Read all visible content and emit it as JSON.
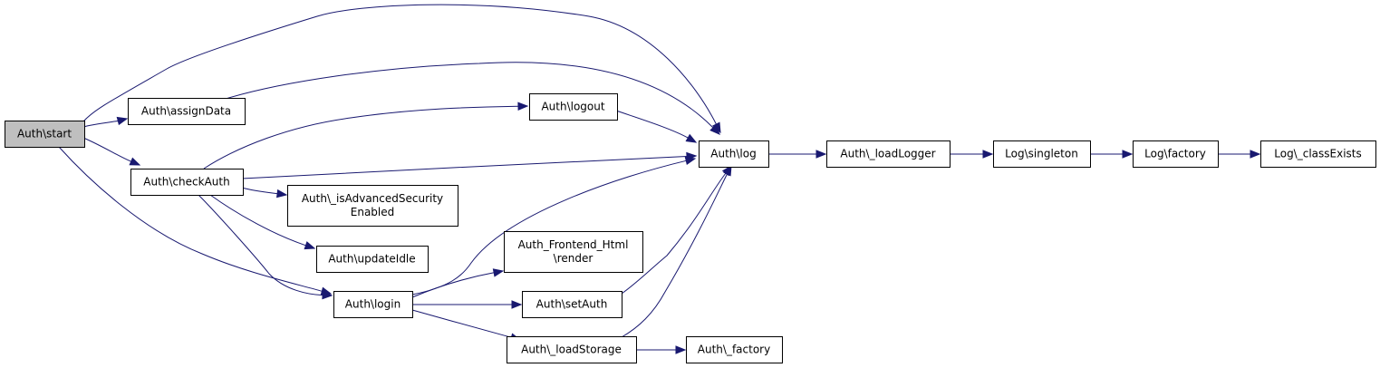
{
  "colors": {
    "edge": "#191970",
    "node_fill": "#ffffff",
    "root_fill": "#bfbfbf",
    "border": "#000000"
  },
  "nodes": [
    {
      "id": "start",
      "lines": [
        "Auth\\start"
      ],
      "root": true
    },
    {
      "id": "assignData",
      "lines": [
        "Auth\\assignData"
      ]
    },
    {
      "id": "checkAuth",
      "lines": [
        "Auth\\checkAuth"
      ]
    },
    {
      "id": "logout",
      "lines": [
        "Auth\\logout"
      ]
    },
    {
      "id": "log",
      "lines": [
        "Auth\\log"
      ]
    },
    {
      "id": "isAdvSec",
      "lines": [
        "Auth\\_isAdvancedSecurity",
        "Enabled"
      ]
    },
    {
      "id": "updateIdle",
      "lines": [
        "Auth\\updateIdle"
      ]
    },
    {
      "id": "render",
      "lines": [
        "Auth_Frontend_Html",
        "\\render"
      ]
    },
    {
      "id": "login",
      "lines": [
        "Auth\\login"
      ]
    },
    {
      "id": "setAuth",
      "lines": [
        "Auth\\setAuth"
      ]
    },
    {
      "id": "loadStorage",
      "lines": [
        "Auth\\_loadStorage"
      ]
    },
    {
      "id": "factory",
      "lines": [
        "Auth\\_factory"
      ]
    },
    {
      "id": "loadLogger",
      "lines": [
        "Auth\\_loadLogger"
      ]
    },
    {
      "id": "singleton",
      "lines": [
        "Log\\singleton"
      ]
    },
    {
      "id": "logFactory",
      "lines": [
        "Log\\factory"
      ]
    },
    {
      "id": "classExists",
      "lines": [
        "Log\\_classExists"
      ]
    }
  ],
  "edges": [
    {
      "from": "start",
      "to": "log"
    },
    {
      "from": "start",
      "to": "assignData"
    },
    {
      "from": "start",
      "to": "checkAuth"
    },
    {
      "from": "start",
      "to": "login"
    },
    {
      "from": "assignData",
      "to": "log"
    },
    {
      "from": "checkAuth",
      "to": "logout"
    },
    {
      "from": "checkAuth",
      "to": "log"
    },
    {
      "from": "checkAuth",
      "to": "isAdvSec"
    },
    {
      "from": "checkAuth",
      "to": "updateIdle"
    },
    {
      "from": "checkAuth",
      "to": "login"
    },
    {
      "from": "logout",
      "to": "log"
    },
    {
      "from": "login",
      "to": "log"
    },
    {
      "from": "login",
      "to": "render"
    },
    {
      "from": "login",
      "to": "setAuth"
    },
    {
      "from": "login",
      "to": "loadStorage"
    },
    {
      "from": "setAuth",
      "to": "log"
    },
    {
      "from": "loadStorage",
      "to": "log"
    },
    {
      "from": "loadStorage",
      "to": "factory"
    },
    {
      "from": "log",
      "to": "loadLogger"
    },
    {
      "from": "loadLogger",
      "to": "singleton"
    },
    {
      "from": "singleton",
      "to": "logFactory"
    },
    {
      "from": "logFactory",
      "to": "classExists"
    }
  ]
}
